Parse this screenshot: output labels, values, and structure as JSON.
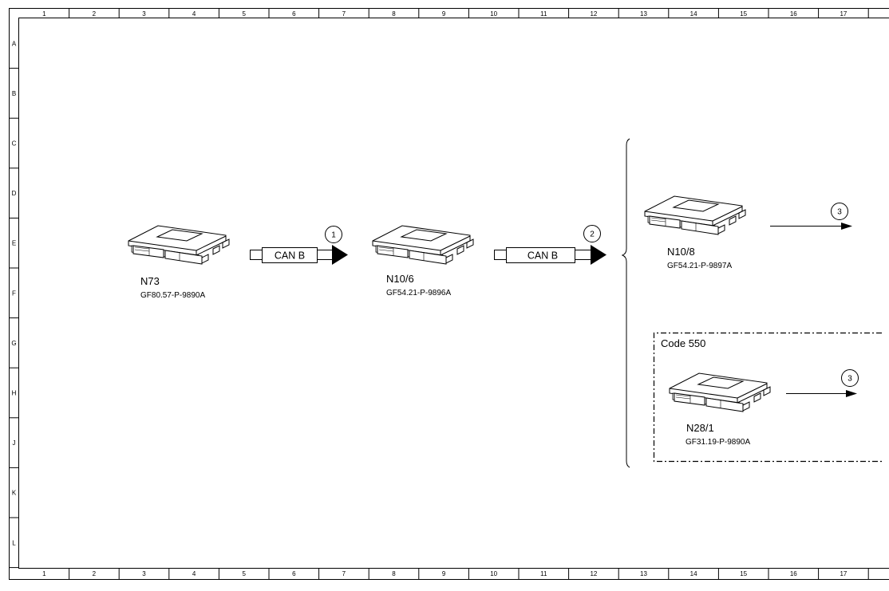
{
  "frame": {
    "columns": [
      "1",
      "2",
      "3",
      "4",
      "5",
      "6",
      "7",
      "8",
      "9",
      "10",
      "11",
      "12",
      "13",
      "14",
      "15",
      "16",
      "17"
    ],
    "rows": [
      "A",
      "B",
      "C",
      "D",
      "E",
      "F",
      "G",
      "H",
      "J",
      "K",
      "L"
    ]
  },
  "modules": [
    {
      "name": "N73",
      "part": "GF80.57-P-9890A"
    },
    {
      "name": "N10/6",
      "part": "GF54.21-P-9896A"
    },
    {
      "name": "N10/8",
      "part": "GF54.21-P-9897A"
    },
    {
      "name": "N28/1",
      "part": "GF31.19-P-9890A"
    }
  ],
  "connections": [
    {
      "bus": "CAN B",
      "ref": "1"
    },
    {
      "bus": "CAN B",
      "ref": "2"
    }
  ],
  "outputs": [
    {
      "ref": "3"
    },
    {
      "ref": "3"
    }
  ],
  "option_box": {
    "label": "Code 550"
  }
}
